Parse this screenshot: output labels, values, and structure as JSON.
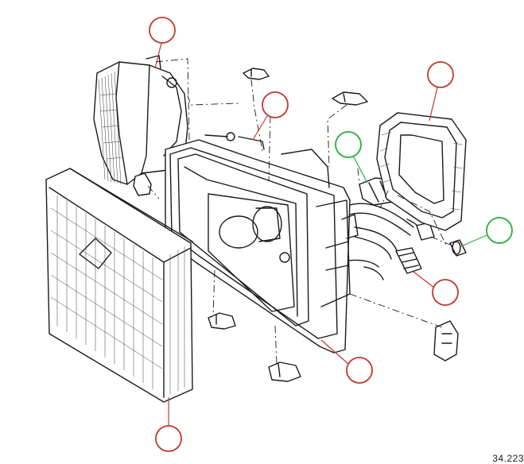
{
  "diagram": {
    "reference_code": "34.223",
    "callouts": [
      {
        "id": "callout-indicator-housing",
        "color": "#c0392b"
      },
      {
        "id": "callout-bracket",
        "color": "#c0392b"
      },
      {
        "id": "callout-gasket",
        "color": "#c0392b"
      },
      {
        "id": "callout-bulb-holder",
        "color": "#27ae3c"
      },
      {
        "id": "callout-small-bulb",
        "color": "#27ae3c"
      },
      {
        "id": "callout-connector",
        "color": "#c0392b"
      },
      {
        "id": "callout-headlamp-body",
        "color": "#c0392b"
      },
      {
        "id": "callout-lens",
        "color": "#c0392b"
      }
    ]
  }
}
